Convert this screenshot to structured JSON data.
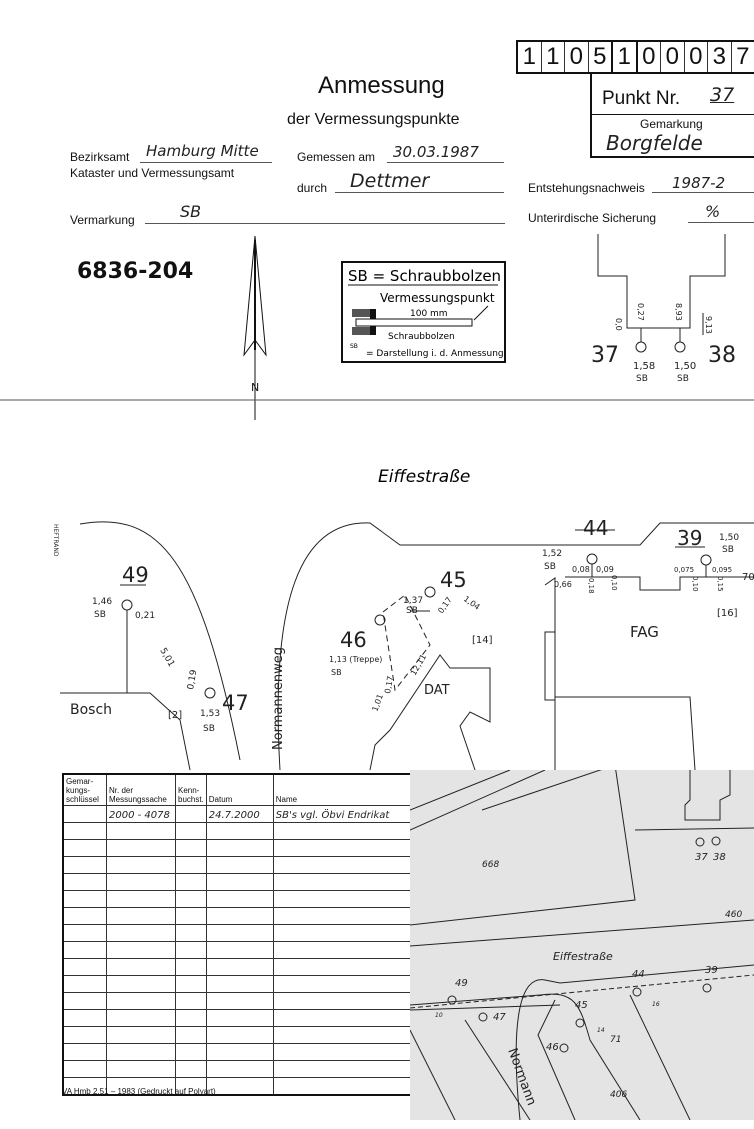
{
  "header": {
    "code_digits": [
      "1",
      "1",
      "0",
      "5",
      "1",
      "0",
      "0",
      "0",
      "3",
      "7"
    ],
    "title": "Anmessung",
    "subtitle": "der Vermessungspunkte",
    "punkt_label": "Punkt Nr.",
    "punkt_value": "37",
    "gemarkung_label": "Gemarkung",
    "gemarkung_value": "Borgfelde"
  },
  "form": {
    "bezirksamt_label": "Bezirksamt",
    "bezirksamt_value": "Hamburg Mitte",
    "kataster_label": "Kataster und Vermessungsamt",
    "gemessen_label": "Gemessen am",
    "gemessen_value": "30.03.1987",
    "durch_label": "durch",
    "durch_value": "Dettmer",
    "entstehung_label": "Entstehungsnachweis",
    "entstehung_value": "1987-2",
    "vermarkung_label": "Vermarkung",
    "vermarkung_value": "SB",
    "sicherung_label": "Unterirdische Sicherung",
    "sicherung_value": "%"
  },
  "sheet_number": "6836-204",
  "north_label": "N",
  "legend": {
    "title": "SB = Schraubbolzen",
    "point": "Vermessungspunkt",
    "length": "100 mm",
    "bolt": "Schraubbolzen",
    "symbol_sb": "SB",
    "darstellung": "= Darstellung i. d. Anmessung"
  },
  "sketch_top": {
    "p37": "37",
    "p38": "38",
    "m37": "1,58",
    "m38": "1,50",
    "sb": "SB",
    "d1": "0,0",
    "d2": "0,27",
    "d3": "8,93",
    "d4": "9,13"
  },
  "street": "Eiffestraße",
  "sketch": {
    "heftrand": "HEFTRAND",
    "p49": "49",
    "p47": "47",
    "p46": "46",
    "p45": "45",
    "p44": "44",
    "p39": "39",
    "m49": "1,46",
    "m47": "1,53",
    "m46": "1,13 (Treppe)",
    "m45": "1,37",
    "m44": "1,52",
    "m39": "1,50",
    "sb": "SB",
    "d49": "0,21",
    "d47a": "5,01",
    "d47b": "0,19",
    "d46a": "0,17",
    "d46b": "1,01",
    "d45a": "0,17",
    "d45b": "1,04",
    "d45c": "12,11",
    "d44a": "0,08",
    "d44b": "0,09",
    "d44c": "0,10",
    "d44d": "0,18",
    "d44e": "0,66",
    "d39a": "0,075",
    "d39b": "0,095",
    "d39c": "0,10",
    "d39d": "0,15",
    "h2": "[2]",
    "h14": "[14]",
    "h16": "[16]",
    "bosch": "Bosch",
    "dat": "DAT",
    "fag": "FAG",
    "road": "Normannenweg",
    "p70": "70"
  },
  "table": {
    "headers": [
      "Gemar-kungs-schlüssel",
      "Nr. der Messungssache",
      "Kenn-buchst.",
      "Datum",
      "Name"
    ],
    "rows": [
      [
        "",
        "2000 - 4078",
        "",
        "24.7.2000",
        "SB's vgl. Öbvi Endrikat"
      ]
    ],
    "footer": "VA Hmb 2.51 – 1983 (Gedruckt auf Polyart)"
  },
  "map": {
    "p37": "37",
    "p38": "38",
    "n668": "668",
    "n460": "460",
    "street": "Eiffestraße",
    "p49": "49",
    "p47": "47",
    "p45": "45",
    "p44": "44",
    "p39": "39",
    "p46": "46",
    "n10": "10",
    "n16": "16",
    "n14": "14",
    "n71": "71",
    "n406": "406",
    "road": "Normann"
  }
}
